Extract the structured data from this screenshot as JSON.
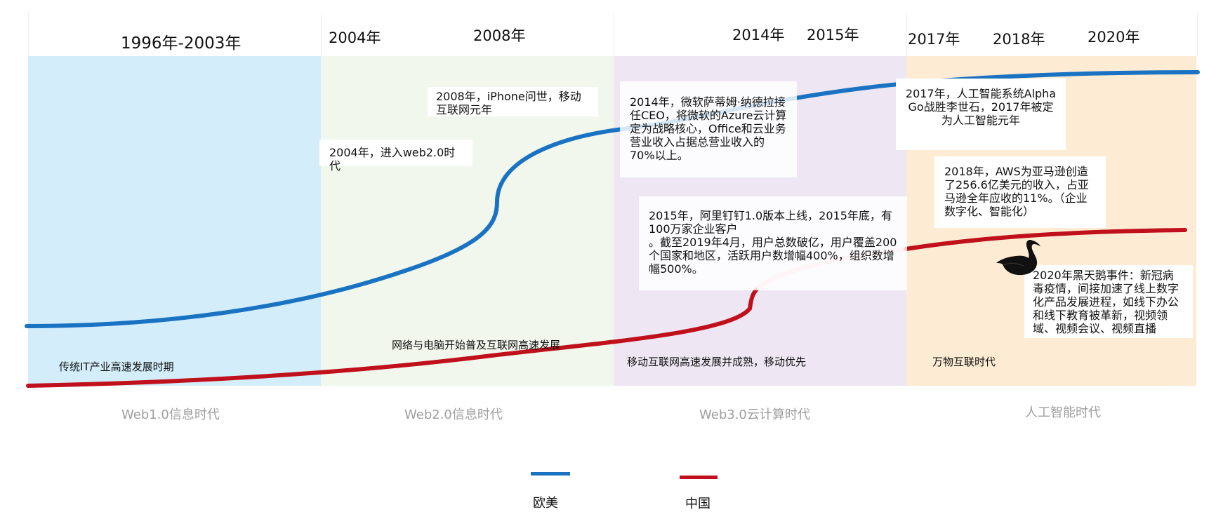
{
  "header_years": {
    "y1996_2003": "1996年-2003年",
    "y2004": "2004年",
    "y2008": "2008年",
    "y2014": "2014年",
    "y2015": "2015年",
    "y2017": "2017年",
    "y2018": "2018年",
    "y2020": "2020年"
  },
  "notes": {
    "n2008": "2008年，iPhone问世，移动互联网元年",
    "n2004": "2004年，进入web2.0时代",
    "n2014": "2014年，微软萨蒂姆·纳德拉接任CEO，将微软的Azure云计算定为战略核心，Office和云业务营业收入占据总营业收入的70%以上。",
    "n2017": "2017年，人工智能系统Alpha Go战胜李世石，2017年被定为人工智能元年",
    "n2018": "2018年，AWS为亚马逊创造了256.6亿美元的收入，占亚马逊全年应收的11%。（企业数字化、智能化）",
    "n2015_line1": "2015年，阿里钉钉1.0版本上线，2015年底，有100万家企业客户",
    "n2015_line2": "。截至2019年4月，用户总数破亿，用户覆盖200个国家和地区，活跃用户数增幅400%，组织数增幅500%。",
    "n2020": "2020年黑天鹅事件：新冠病毒疫情，间接加速了线上数字化产品发展进程，如线下办公和线下教育被革新，视频领域、视频会议、视频直播"
  },
  "phases": {
    "p1": "传统IT产业高速发展时期",
    "p2": "网络与电脑开始普及互联网高速发展",
    "p3": "移动互联网高速发展并成熟，移动优先",
    "p4": "万物互联时代"
  },
  "eras": {
    "e1": "Web1.0信息时代",
    "e2": "Web2.0信息时代",
    "e3": "Web3.0云计算时代",
    "e4": "人工智能时代"
  },
  "legend": {
    "west": "欧美",
    "china": "中国"
  },
  "colors": {
    "west_line": "#1a73c2",
    "china_line": "#c0101b",
    "band1": "#d3eefa",
    "band2": "#f1f7ec",
    "band3": "#eee6f3",
    "band4": "#fdecd3",
    "era_text": "#9e9e9e"
  },
  "icons": {
    "swan": "black-swan-icon"
  }
}
